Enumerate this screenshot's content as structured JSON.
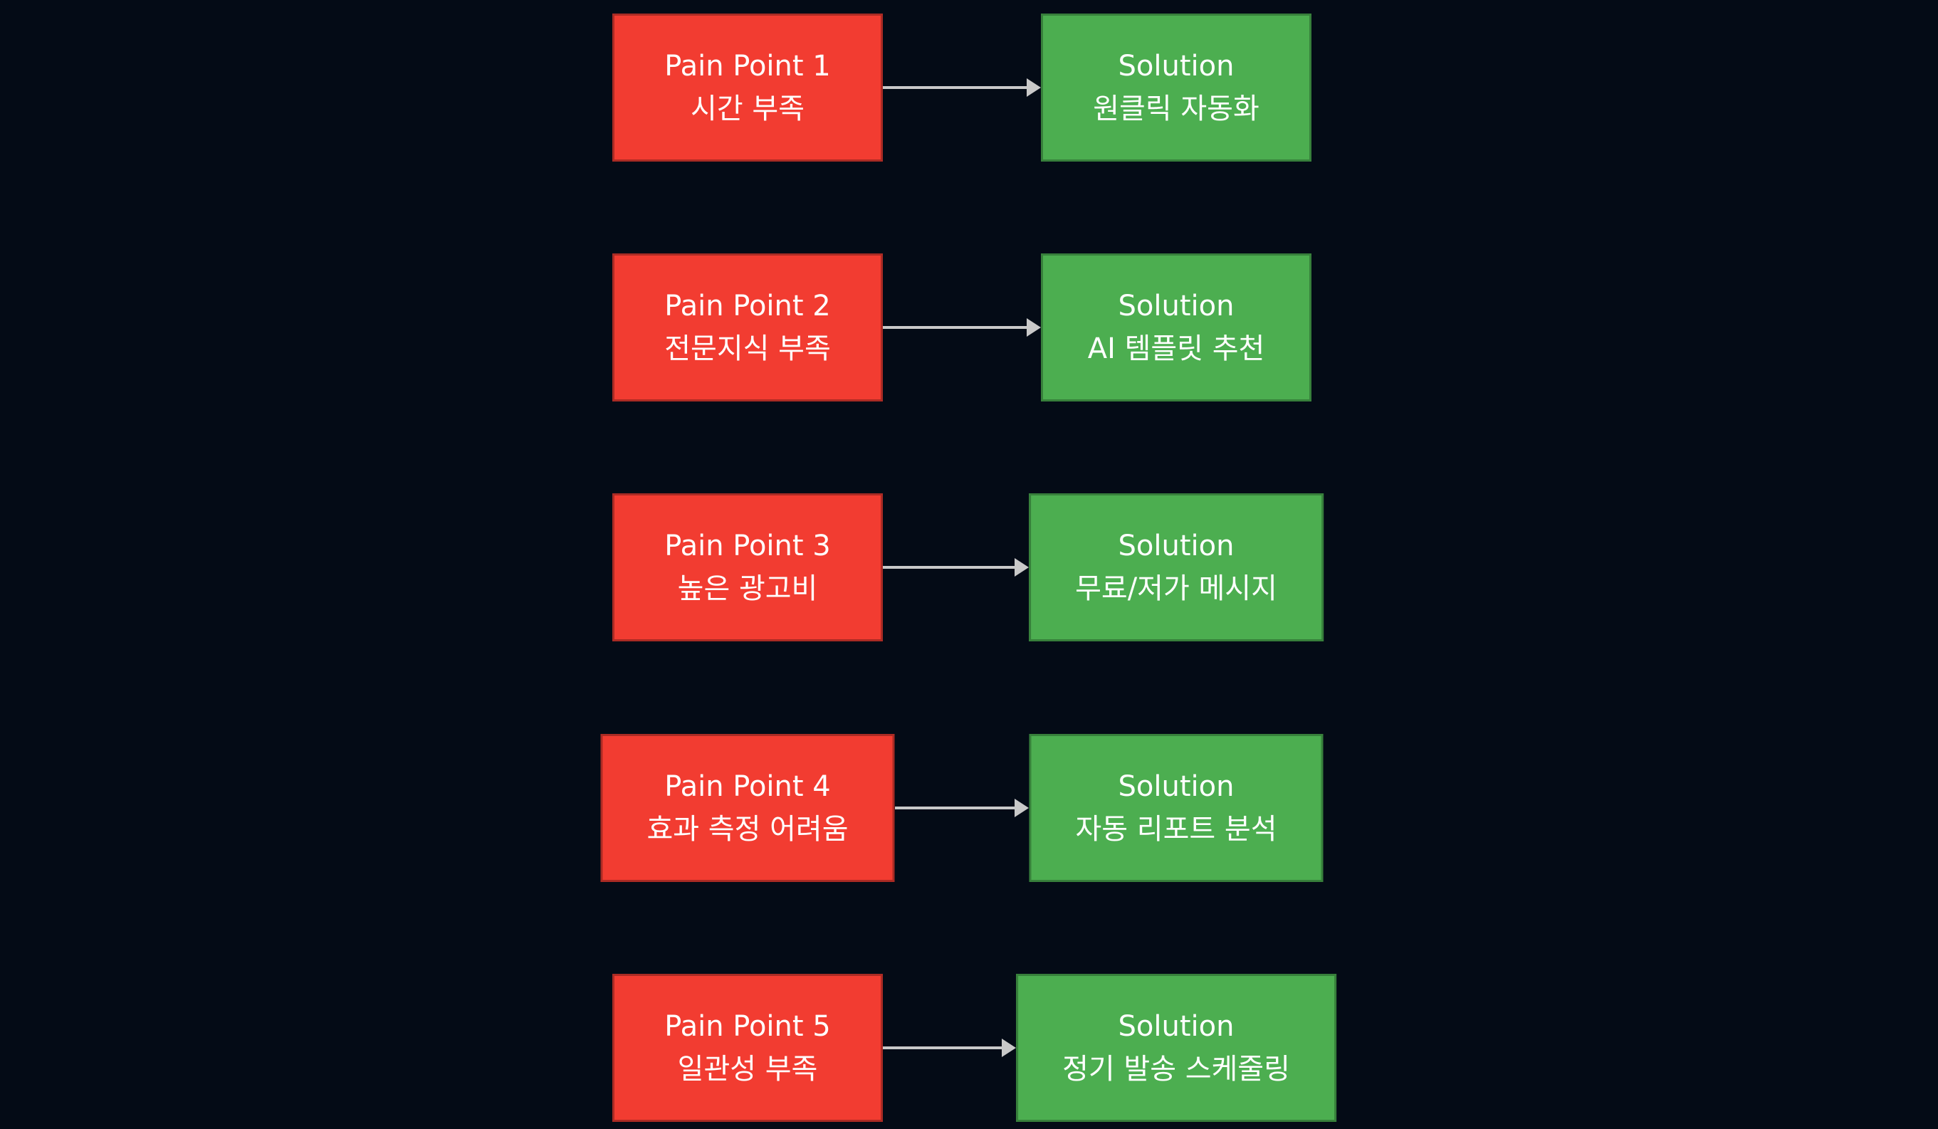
{
  "colors": {
    "bg": "#040b16",
    "pain_fill": "#f23c31",
    "pain_border": "#ab2b24",
    "solution_fill": "#4cae50",
    "solution_border": "#37803b",
    "arrow": "#c9c9c9",
    "text": "#ffffff"
  },
  "rows": [
    {
      "pain": {
        "title": "Pain Point 1",
        "subtitle": "시간 부족"
      },
      "solution": {
        "title": "Solution",
        "subtitle": "원클릭 자동화"
      }
    },
    {
      "pain": {
        "title": "Pain Point 2",
        "subtitle": "전문지식 부족"
      },
      "solution": {
        "title": "Solution",
        "subtitle": "AI 템플릿 추천"
      }
    },
    {
      "pain": {
        "title": "Pain Point 3",
        "subtitle": "높은 광고비"
      },
      "solution": {
        "title": "Solution",
        "subtitle": "무료/저가 메시지"
      }
    },
    {
      "pain": {
        "title": "Pain Point 4",
        "subtitle": "효과 측정 어려움"
      },
      "solution": {
        "title": "Solution",
        "subtitle": "자동 리포트 분석"
      }
    },
    {
      "pain": {
        "title": "Pain Point 5",
        "subtitle": "일관성 부족"
      },
      "solution": {
        "title": "Solution",
        "subtitle": "정기 발송 스케줄링"
      }
    }
  ]
}
